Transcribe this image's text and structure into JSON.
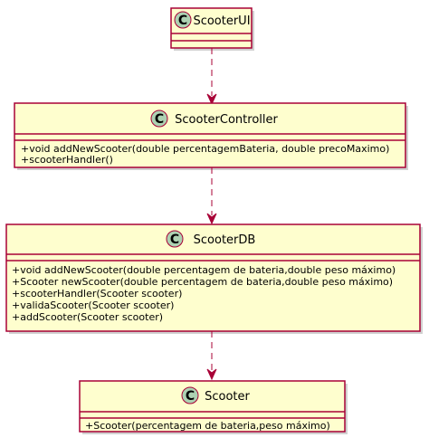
{
  "colors": {
    "box_fill": "#FEFECE",
    "border": "#A80036",
    "badge_fill": "#ADD1B2"
  },
  "classes": [
    {
      "badge": "C",
      "name": "ScooterUI",
      "members": []
    },
    {
      "badge": "C",
      "name": "ScooterController",
      "members": [
        "+void addNewScooter(double percentagemBateria, double precoMaximo)",
        "+scooterHandler()"
      ]
    },
    {
      "badge": "C",
      "name": "ScooterDB",
      "members": [
        "+void addNewScooter(double percentagem de bateria,double peso máximo)",
        "+Scooter newScooter(double percentagem de bateria,double peso máximo)",
        "+scooterHandler(Scooter scooter)",
        "+validaScooter(Scooter scooter)",
        "+addScooter(Scooter scooter)"
      ]
    },
    {
      "badge": "C",
      "name": "Scooter",
      "members": [
        "+Scooter(percentagem de bateria,peso máximo)"
      ]
    }
  ],
  "dependencies": [
    {
      "from": "ScooterUI",
      "to": "ScooterController"
    },
    {
      "from": "ScooterController",
      "to": "ScooterDB"
    },
    {
      "from": "ScooterDB",
      "to": "Scooter"
    }
  ]
}
